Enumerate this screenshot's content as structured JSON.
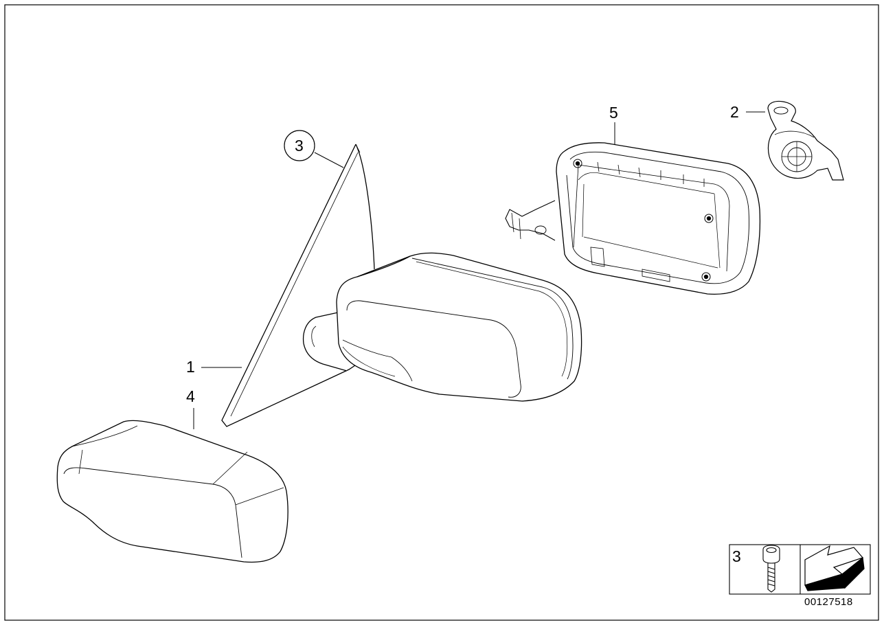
{
  "diagram": {
    "callouts": [
      {
        "id": "1",
        "text": "1"
      },
      {
        "id": "2",
        "text": "2"
      },
      {
        "id": "3",
        "text": "3"
      },
      {
        "id": "4",
        "text": "4"
      },
      {
        "id": "5",
        "text": "5"
      }
    ],
    "legend": {
      "item_number": "3"
    },
    "drawing_number": "00127518"
  },
  "colors": {
    "line": "#000000",
    "background": "#ffffff",
    "shade": "#d9d9d9"
  },
  "icons": [
    "screw-icon",
    "arrow-icon"
  ]
}
